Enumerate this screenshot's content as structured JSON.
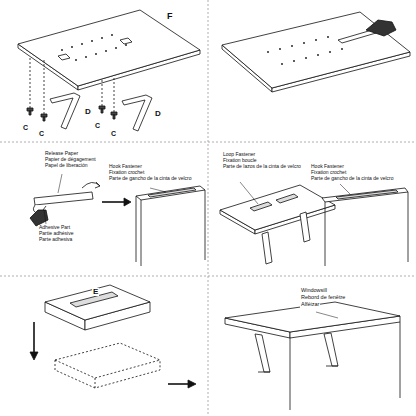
{
  "diagram": {
    "labels": [
      "F",
      "D",
      "D",
      "C",
      "C",
      "C",
      "C",
      "Release Paper",
      "Papier de dégagement",
      "Papel de liberación",
      "Adhesive Part",
      "Partie adhésive",
      "Parte adhesiva",
      "Hook Fastener",
      "Fixation crochet",
      "Parte de gancho de la cinta de velcro",
      "Loop Fastener",
      "Fixation boucle",
      "Parte de lazos de la cinta de velcro",
      "Hook Fastener",
      "Fixation crochet",
      "Parte de gancho de la cinta de velcro",
      "E",
      "Windowsill",
      "Rebord de fenêtre",
      "Alféizar"
    ]
  }
}
